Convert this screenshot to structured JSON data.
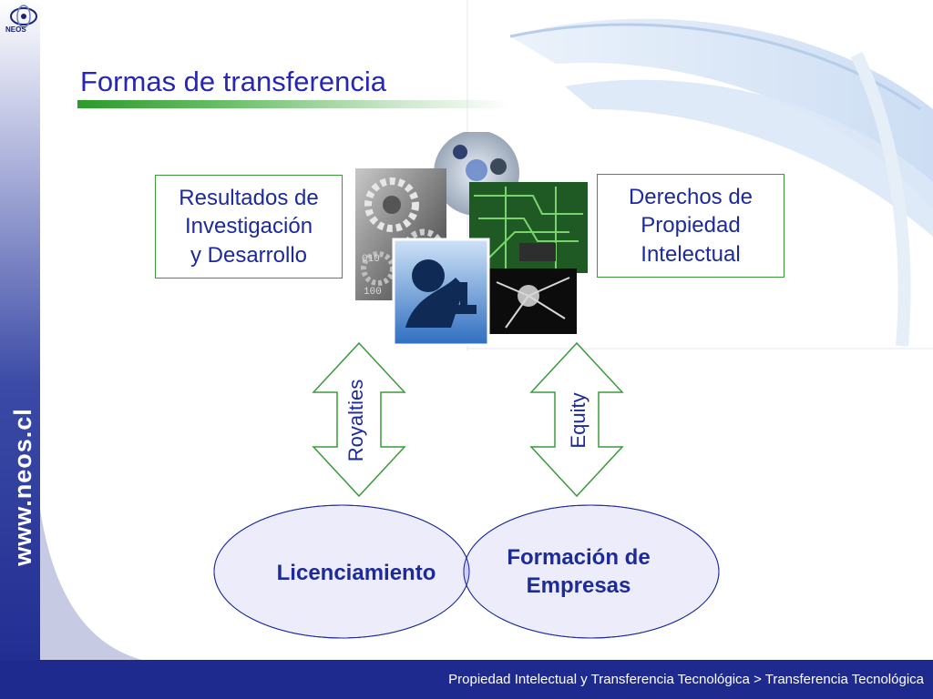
{
  "slide": {
    "title": "Formas de transferencia",
    "logo_text": "NEOS",
    "site_url": "www.neos.cl",
    "footer": "Propiedad Intelectual y Transferencia Tecnológica > Transferencia Tecnológica"
  },
  "boxes": {
    "left": "Resultados de\nInvestigación\ny Desarrollo",
    "right": "Derechos de\nPropiedad\nIntelectual"
  },
  "arrows": {
    "left_label": "Royalties",
    "right_label": "Equity"
  },
  "venn": {
    "left_label": "Licenciamiento",
    "right_label": "Formación de\nEmpresas"
  },
  "colors": {
    "navy": "#1f2a8f",
    "accent_green": "#3a9a3a",
    "title_blue": "#2727b4",
    "venn_fill": "#e8e8fb"
  },
  "collage_icons": [
    "gears-photo",
    "lab-microscope-photo",
    "circuit-board-photo",
    "neuron-photo",
    "molecule-circle-photo"
  ]
}
